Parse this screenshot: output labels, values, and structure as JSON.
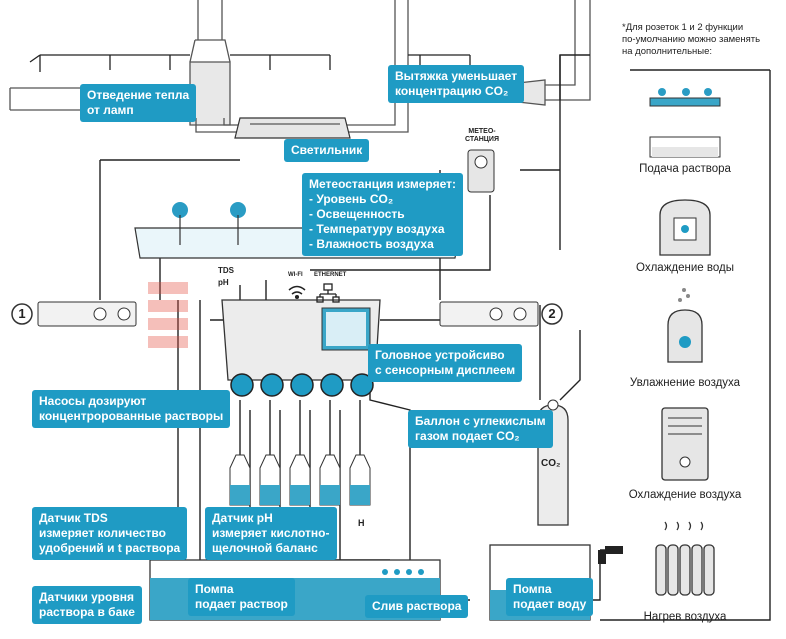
{
  "callouts": {
    "heat": [
      "Отведение тепла",
      "от ламп"
    ],
    "exhaust": [
      "Вытяжка уменьшает",
      "концентрацию CO₂"
    ],
    "lamp": [
      "Светильник"
    ],
    "meteo": [
      "Метеостанция измеряет:",
      "- Уровень CO₂",
      "- Освещенность",
      "- Температуру воздуха",
      "- Влажность воздуха"
    ],
    "head": [
      "Головное устройсиво",
      "с сенсорным дисплеем"
    ],
    "pumps": [
      "Насосы дозируют",
      "концентророванные растворы"
    ],
    "co2": [
      "Баллон с углекислым",
      "газом подает CO₂"
    ],
    "tds": [
      "Датчик TDS",
      "измеряет количество",
      "удобрений и t раствора"
    ],
    "ph": [
      "Датчик pH",
      "измеряет кислотно-",
      "щелочной баланс"
    ],
    "level": [
      "Датчики уровня",
      "раствора в баке"
    ],
    "pump_sol": [
      "Помпа",
      "подает раствор"
    ],
    "drain": [
      "Слив раствора"
    ],
    "pump_water": [
      "Помпа",
      "подает воду"
    ]
  },
  "labels": {
    "meteo_device": [
      "МЕТЕО-",
      "СТАНЦИЯ"
    ],
    "tds": "TDS",
    "ph": "pH",
    "wifi": "WI-FI",
    "ethernet": "ETHERNET",
    "socket1": "1",
    "socket2": "2",
    "co2_tank": "CO₂",
    "h_mark": "H"
  },
  "sidebar": {
    "title": [
      "*Для розеток 1 и 2 функции",
      "по-умолчанию можно заменять",
      "на дополнительные:"
    ],
    "items": [
      {
        "label": "Подача раствора",
        "icon": "hydroponic-tray-icon"
      },
      {
        "label": "Охлаждение воды",
        "icon": "water-chiller-icon"
      },
      {
        "label": "Увлажнение воздуха",
        "icon": "humidifier-icon"
      },
      {
        "label": "Охлаждение воздуха",
        "icon": "air-conditioner-icon"
      },
      {
        "label": "Нагрев воздуха",
        "icon": "radiator-heater-icon"
      }
    ]
  },
  "colors": {
    "accent": "#1f9bc4",
    "line": "#1a1a1a",
    "water": "#3aa6c8",
    "device": "#e6e6e6"
  }
}
